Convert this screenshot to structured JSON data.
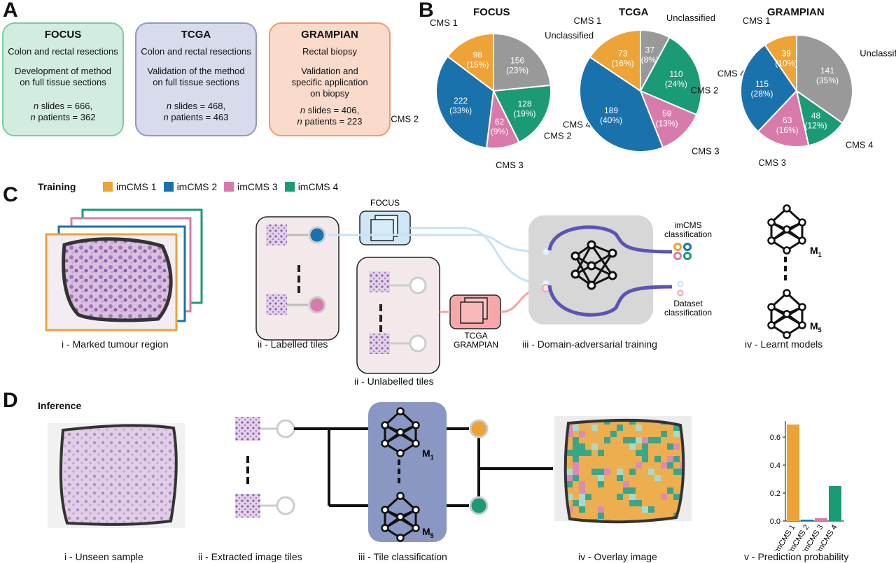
{
  "panels": {
    "a": "A",
    "b": "B",
    "c": "C",
    "d": "D"
  },
  "cohorts": [
    {
      "title": "FOCUS",
      "line1": "Colon and rectal resections",
      "line2": "Development of method",
      "line3": "on full tissue sections",
      "slides": "slides = 666,",
      "patients": "patients = 362",
      "bg": "#d3ece0",
      "border": "#7fc9a4"
    },
    {
      "title": "TCGA",
      "line1": "Colon and rectal resections",
      "line2": "Validation of the method",
      "line3": "on full tissue sections",
      "slides": "slides = 468,",
      "patients": "patients = 463",
      "bg": "#d8dbec",
      "border": "#8e98c8"
    },
    {
      "title": "GRAMPIAN",
      "line1": "Rectal biopsy",
      "line2": "Validation and",
      "line3": "specific application",
      "line4": "on biopsy",
      "slides": "slides = 406,",
      "patients": "patients = 223",
      "bg": "#fadacb",
      "border": "#ef9a73"
    }
  ],
  "n_label": "n",
  "colors": {
    "cms1": "#eda335",
    "cms2": "#1a72ad",
    "cms3": "#d87aab",
    "cms4": "#1b9a76",
    "unclassified": "#999999"
  },
  "chart_data": [
    {
      "type": "pie",
      "title": "FOCUS",
      "slices": [
        {
          "label": "Unclassified",
          "count": 156,
          "percent": "(23%)"
        },
        {
          "label": "CMS 4",
          "count": 128,
          "percent": "(19%)"
        },
        {
          "label": "CMS 3",
          "count": 62,
          "percent": "(9%)"
        },
        {
          "label": "CMS 2",
          "count": 222,
          "percent": "(33%)"
        },
        {
          "label": "CMS 1",
          "count": 98,
          "percent": "(15%)"
        }
      ]
    },
    {
      "type": "pie",
      "title": "TCGA",
      "slices": [
        {
          "label": "Unclassified",
          "count": 37,
          "percent": "(8%)"
        },
        {
          "label": "CMS 4",
          "count": 110,
          "percent": "(24%)"
        },
        {
          "label": "CMS 3",
          "count": 59,
          "percent": "(13%)"
        },
        {
          "label": "CMS 2",
          "count": 189,
          "percent": "(40%)"
        },
        {
          "label": "CMS 1",
          "count": 73,
          "percent": "(16%)"
        }
      ]
    },
    {
      "type": "pie",
      "title": "GRAMPIAN",
      "slices": [
        {
          "label": "Unclassified",
          "count": 141,
          "percent": "(35%)"
        },
        {
          "label": "CMS 4",
          "count": 48,
          "percent": "(12%)"
        },
        {
          "label": "CMS 3",
          "count": 63,
          "percent": "(16%)"
        },
        {
          "label": "CMS 2",
          "count": 115,
          "percent": "(28%)"
        },
        {
          "label": "CMS 1",
          "count": 39,
          "percent": "(10%)"
        }
      ]
    },
    {
      "type": "bar",
      "xlabel": "",
      "ylabel": "",
      "categories": [
        "imCMS 1",
        "imCMS 2",
        "imCMS 3",
        "imCMS 4"
      ],
      "values": [
        0.69,
        0.01,
        0.02,
        0.25
      ],
      "ylim": [
        0,
        0.7
      ],
      "yticks": [
        "0.0",
        "0.2",
        "0.4",
        "0.6"
      ]
    }
  ],
  "training": {
    "label": "Training",
    "legend": [
      "imCMS 1",
      "imCMS 2",
      "imCMS 3",
      "imCMS 4"
    ],
    "focus_box": "FOCUS",
    "tcga_box_line1": "TCGA",
    "tcga_box_line2": "GRAMPIAN",
    "imcms_line1": "imCMS",
    "imcms_line2": "classification",
    "dataset_line1": "Dataset",
    "dataset_line2": "classification",
    "m1": "M",
    "m1_sub": "1",
    "m5": "M",
    "m5_sub": "5",
    "captions": [
      "i - Marked tumour region",
      "ii - Labelled tiles",
      "ii - Unlabelled tiles",
      "iii - Domain-adversarial training",
      "iv - Learnt models"
    ]
  },
  "inference": {
    "label": "Inference",
    "m1": "M",
    "m1_sub": "1",
    "m5": "M",
    "m5_sub": "5",
    "captions": [
      "i - Unseen sample",
      "ii - Extracted image tiles",
      "iii - Tile classification",
      "iv - Overlay image",
      "v - Prediction probability"
    ]
  }
}
